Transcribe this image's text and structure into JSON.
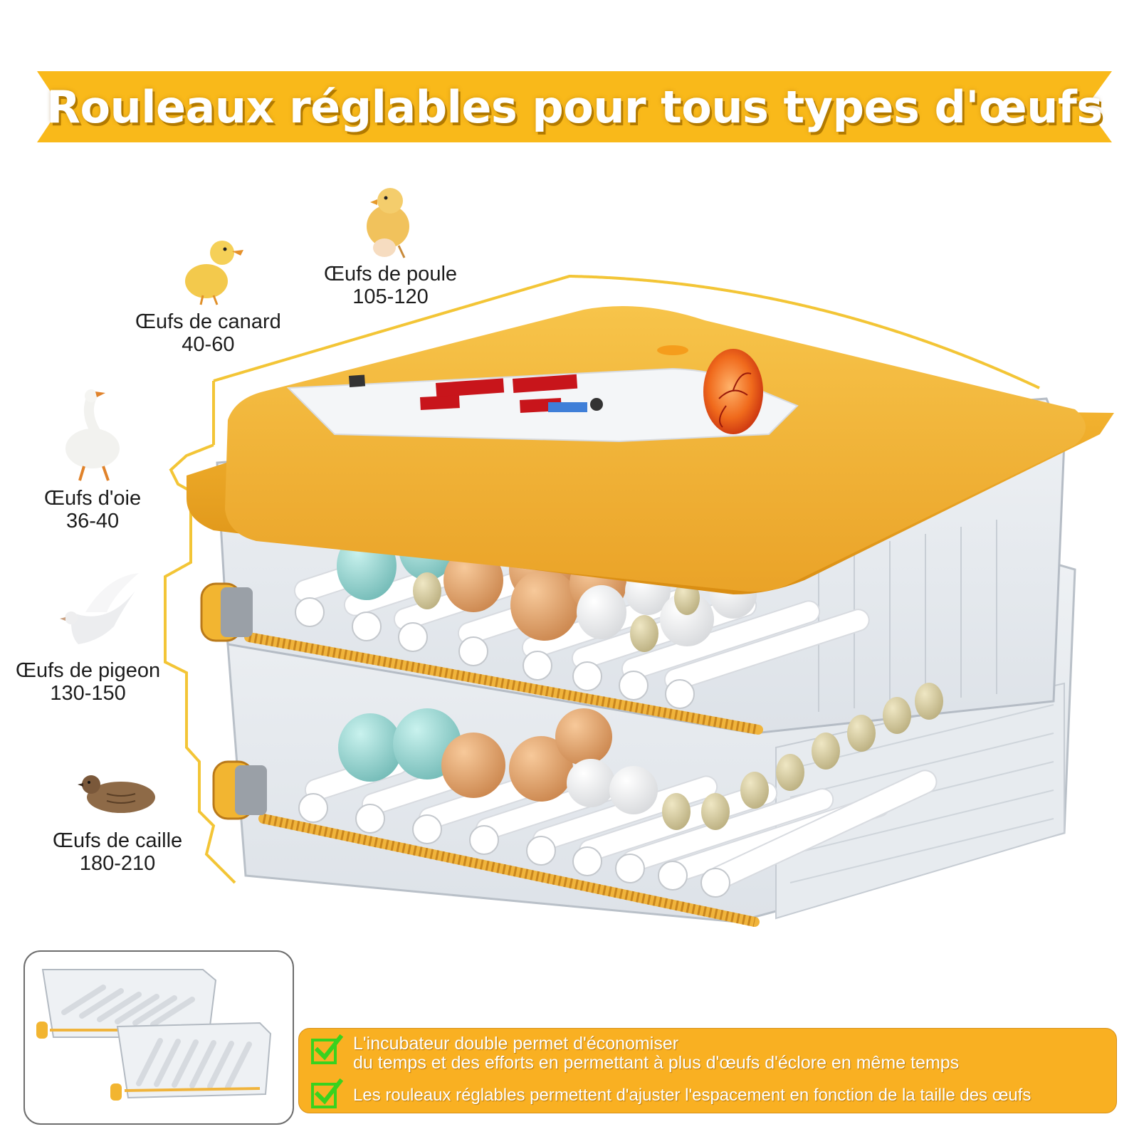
{
  "banner": {
    "title": "Rouleaux réglables pour tous types d'œufs"
  },
  "egg_types": [
    {
      "name": "Œufs de poule",
      "count": "105-120"
    },
    {
      "name": "Œufs de canard",
      "count": "40-60"
    },
    {
      "name": "Œufs d'oie",
      "count": "36-40"
    },
    {
      "name": "Œufs de pigeon",
      "count": "130-150"
    },
    {
      "name": "Œufs de caille",
      "count": "180-210"
    }
  ],
  "features": [
    {
      "line1": "L'incubateur double permet d'économiser",
      "line2": "du temps et des efforts en permettant à plus d'œufs d'éclore en même temps"
    },
    {
      "line1": "Les rouleaux réglables permettent d'ajuster l'espacement en fonction de la taille des œufs",
      "line2": ""
    }
  ],
  "colors": {
    "banner": "#f9b91a",
    "lid": "#f2b435",
    "infobar": "#f9b022",
    "check": "#39d21e"
  },
  "icons": [
    "chick-icon",
    "duckling-icon",
    "goose-icon",
    "pigeon-icon",
    "quail-icon",
    "check-icon",
    "candling-egg-icon"
  ]
}
